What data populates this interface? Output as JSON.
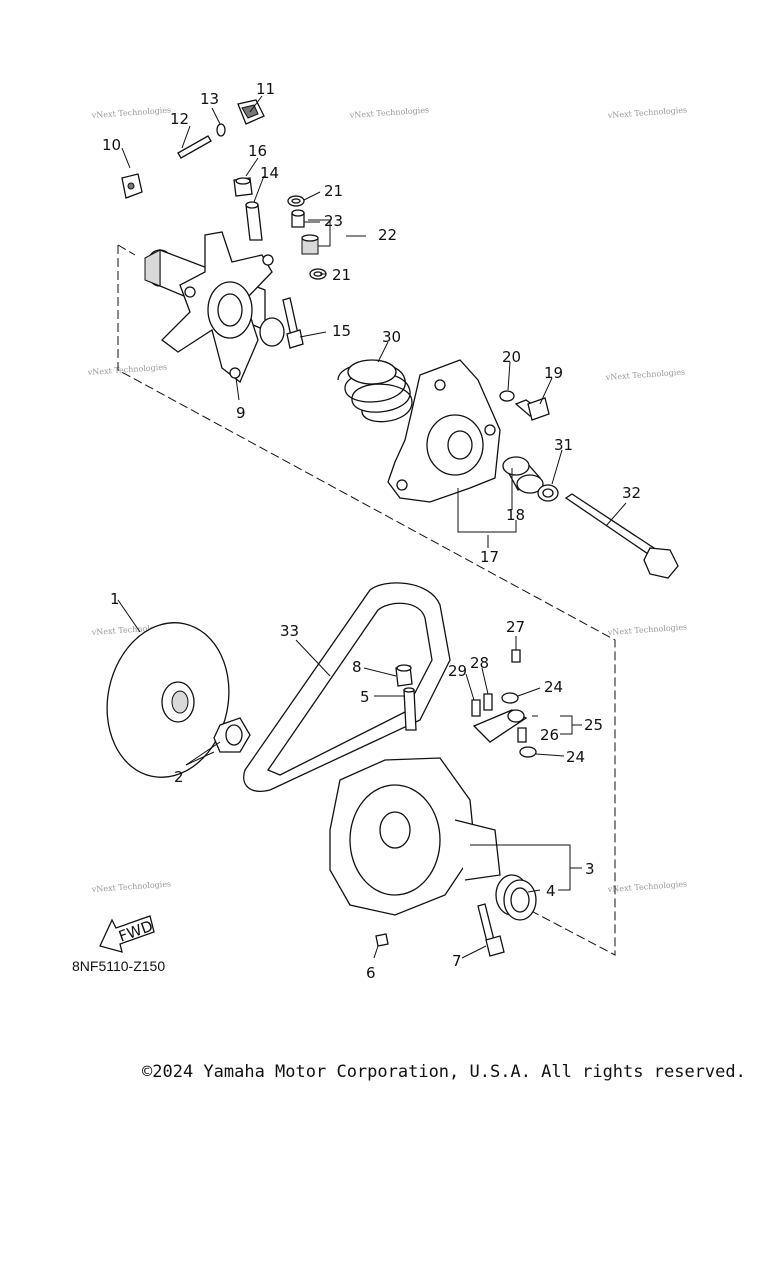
{
  "diagram": {
    "code": "8NF5110-Z150",
    "copyright": "©2024 Yamaha Motor Corporation, U.S.A. All rights reserved.",
    "fwd_label": "FWD",
    "watermark": "vNext Technologies",
    "callouts": {
      "c1": "1",
      "c2": "2",
      "c3": "3",
      "c4": "4",
      "c5": "5",
      "c6": "6",
      "c7": "7",
      "c8": "8",
      "c9": "9",
      "c10": "10",
      "c11": "11",
      "c12": "12",
      "c13": "13",
      "c14": "14",
      "c15": "15",
      "c16": "16",
      "c17": "17",
      "c18": "18",
      "c19": "19",
      "c20": "20",
      "c21a": "21",
      "c21b": "21",
      "c22": "22",
      "c23": "23",
      "c24a": "24",
      "c24b": "24",
      "c25": "25",
      "c26": "26",
      "c27": "27",
      "c28": "28",
      "c29": "29",
      "c30": "30",
      "c31": "31",
      "c32": "32",
      "c33": "33"
    }
  }
}
